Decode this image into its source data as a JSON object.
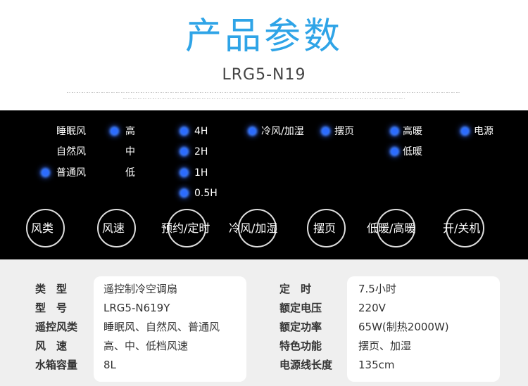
{
  "header": {
    "title": "产品参数",
    "model": "LRG5-N19"
  },
  "panel": {
    "mode_labels": [
      "睡眠风",
      "自然风",
      "普通风"
    ],
    "speed_labels": [
      "高",
      "中",
      "低"
    ],
    "timer_labels": [
      "4H",
      "2H",
      "1H",
      "0.5H"
    ],
    "cool_heat_humidify": "冷风/加湿",
    "swing": "摆页",
    "high_heat": "高暖",
    "low_heat": "低暖",
    "power": "电源",
    "buttons": [
      "风类",
      "风速",
      "预约/定时",
      "冷风/加湿",
      "摆页",
      "低暖/高暖",
      "开/关机"
    ],
    "led_color": "#2c6cff"
  },
  "specs": {
    "left": [
      {
        "key": "类　型",
        "value": "遥控制冷空调扇"
      },
      {
        "key": "型　号",
        "value": "LRG5-N619Y"
      },
      {
        "key": "遥控风类",
        "value": "睡眠风、自然风、普通风"
      },
      {
        "key": "风　速",
        "value": "高、中、低档风速"
      },
      {
        "key": "水箱容量",
        "value": "8L"
      }
    ],
    "right": [
      {
        "key": "定　时",
        "value": "7.5小时"
      },
      {
        "key": "额定电压",
        "value": "220V"
      },
      {
        "key": "额定功率",
        "value": "65W(制热2000W)"
      },
      {
        "key": "特色功能",
        "value": "摆页、加湿"
      },
      {
        "key": "电源线长度",
        "value": "135cm"
      }
    ]
  },
  "colors": {
    "title": "#2fa4e7",
    "panel_bg": "#000000",
    "spec_bg": "#efefef"
  }
}
